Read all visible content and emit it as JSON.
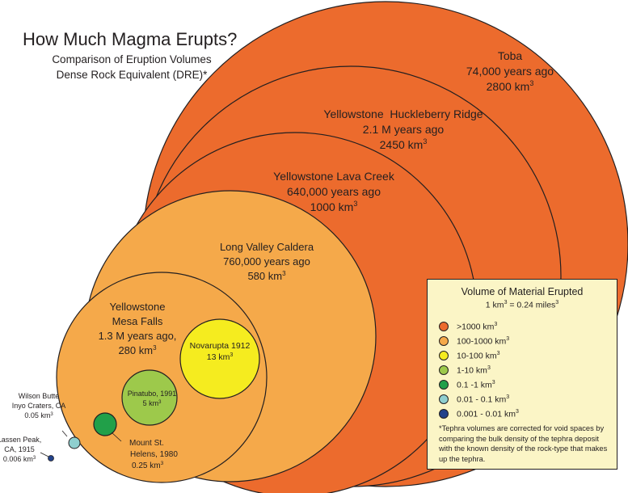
{
  "title": "How Much Magma Erupts?",
  "subtitle_line1": "Comparison of Eruption Volumes",
  "subtitle_line2": "Dense Rock Equivalent (DRE)*",
  "eruptions": [
    {
      "id": "toba",
      "name": "Toba",
      "age": "74,000 years ago",
      "volume_km3": 2800,
      "volume_label": "2800 km",
      "category": ">1000 km3"
    },
    {
      "id": "huckleberry",
      "name": "Yellowstone  Huckleberry Ridge",
      "age": "2.1 M years ago",
      "volume_km3": 2450,
      "volume_label": "2450 km",
      "category": ">1000 km3"
    },
    {
      "id": "lava-creek",
      "name": "Yellowstone Lava Creek",
      "age": "640,000 years ago",
      "volume_km3": 1000,
      "volume_label": "1000 km",
      "category": ">1000 km3"
    },
    {
      "id": "long-valley",
      "name": "Long Valley Caldera",
      "age": "760,000 years ago",
      "volume_km3": 580,
      "volume_label": "580 km",
      "category": "100-1000 km3"
    },
    {
      "id": "mesa-falls",
      "name_line1": "Yellowstone",
      "name_line2": "Mesa Falls",
      "age": "1.3 M years ago,",
      "volume_km3": 280,
      "volume_label": "280 km",
      "category": "100-1000 km3"
    },
    {
      "id": "novarupta",
      "name": "Novarupta 1912",
      "volume_km3": 13,
      "volume_label": "13 km",
      "category": "10-100 km3"
    },
    {
      "id": "pinatubo",
      "name": "Pinatubo, 1991",
      "volume_km3": 5,
      "volume_label": "5 km",
      "category": "1-10 km3"
    },
    {
      "id": "st-helens",
      "name_line1": "Mount St.",
      "name_line2": "Helens, 1980",
      "volume_km3": 0.25,
      "volume_label": "0.25 km",
      "category": "0.1 -1 km3"
    },
    {
      "id": "wilson-butte",
      "name_line1": "Wilson Butte",
      "name_line2": "Inyo Craters, CA",
      "volume_km3": 0.05,
      "volume_label": "0.05 km",
      "category": "0.01 - 0.1 km3"
    },
    {
      "id": "lassen",
      "name_line1": "Lassen Peak,",
      "name_line2": "CA, 1915",
      "volume_km3": 0.006,
      "volume_label": "0.006 km",
      "category": "0.001 - 0.01 km3"
    }
  ],
  "legend": {
    "title": "Volume of Material Erupted",
    "conversion_prefix": "1 km",
    "conversion_suffix": " = 0.24 miles",
    "items": [
      {
        "label": ">1000 km",
        "color": "#ec6b2d"
      },
      {
        "label": "100-1000 km",
        "color": "#f5a94a"
      },
      {
        "label": "10-100 km",
        "color": "#f5ec1f"
      },
      {
        "label": "1-10 km",
        "color": "#9dc94b"
      },
      {
        "label": "0.1 -1 km",
        "color": "#21a049"
      },
      {
        "label": "0.01 - 0.1 km",
        "color": "#8fcfcf"
      },
      {
        "label": "0.001 - 0.01 km",
        "color": "#22428a"
      }
    ],
    "note": "*Tephra volumes are corrected for void spaces by comparing the bulk density of the tephra deposit with the known density of the rock-type that makes up the tephra."
  },
  "superscript": "3",
  "colors": {
    "toba": "#ec6b2d",
    "huckleberry": "#ec6b2d",
    "lava_creek": "#ec6b2d",
    "long_valley": "#f5a94a",
    "mesa_falls": "#f5a94a",
    "novarupta": "#f5ec1f",
    "pinatubo": "#9dc94b",
    "st_helens": "#21a049",
    "wilson_butte": "#8fcfcf",
    "lassen": "#22428a",
    "outline": "#231f20"
  }
}
